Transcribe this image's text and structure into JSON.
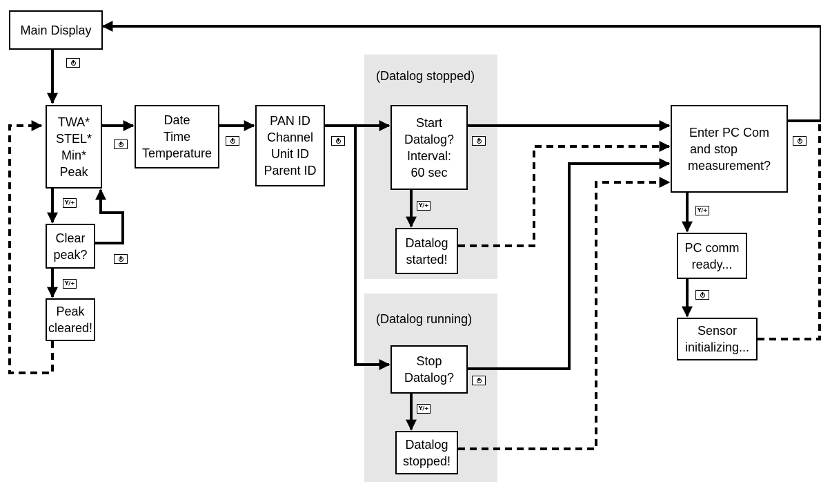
{
  "panels": {
    "stopped_caption": "(Datalog stopped)",
    "running_caption": "(Datalog running)"
  },
  "boxes": {
    "main_display": [
      "Main Display"
    ],
    "twa": [
      "TWA*",
      "STEL*",
      "Min*",
      "Peak"
    ],
    "clear_peak": [
      "Clear",
      "peak?"
    ],
    "peak_cleared": [
      "Peak",
      "cleared!"
    ],
    "date": [
      "Date",
      "Time",
      "Temperature"
    ],
    "pan": [
      "PAN ID",
      "Channel",
      "Unit ID",
      "Parent ID"
    ],
    "start_datalog": [
      "Start",
      "Datalog?",
      "Interval:",
      "60 sec"
    ],
    "datalog_started": [
      "Datalog",
      "started!"
    ],
    "stop_datalog": [
      "Stop",
      "Datalog?"
    ],
    "datalog_stopped": [
      "Datalog",
      "stopped!"
    ],
    "enter_pc": [
      "Enter PC Com",
      "and stop",
      "measurement?"
    ],
    "pc_comm": [
      "PC comm",
      "ready..."
    ],
    "sensor_init": [
      "Sensor",
      "initializing..."
    ]
  },
  "buttons": {
    "power_icon": "power-button-icon",
    "yes_label": "Y/+"
  }
}
